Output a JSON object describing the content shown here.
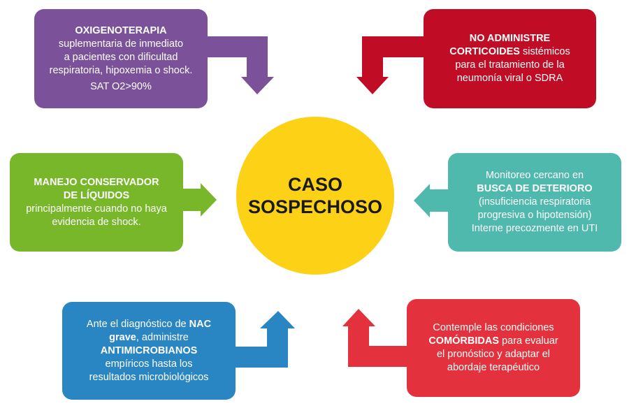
{
  "colors": {
    "purple": "#7b5299",
    "dark_red": "#c00d25",
    "green": "#78b72a",
    "teal": "#4fb9ad",
    "blue": "#2a86c2",
    "red": "#e3313d",
    "yellow": "#fcd116"
  },
  "center": {
    "line1": "CASO",
    "line2": "SOSPECHOSO"
  },
  "oxigenoterapia": {
    "title": "OXIGENOTERAPIA",
    "lines": [
      "suplementaria de inmediato",
      "a pacientes con dificultad",
      "respiratoria, hipoxemia o shock."
    ],
    "sat": "SAT O2>90%"
  },
  "corticoides": {
    "bold1": "NO ADMINISTRE",
    "bold2": "CORTICOIDES",
    "rest2": " sistémicos",
    "lines": [
      "para el tratamiento de la",
      "neumonía viral o SDRA"
    ]
  },
  "liquidos": {
    "bold1": "MANEJO CONSERVADOR",
    "bold2": "DE LÍQUIDOS",
    "lines": [
      "principalmente cuando no haya",
      "evidencia de shock."
    ]
  },
  "monitoreo": {
    "line1": "Monitoreo cercano en",
    "bold": "BUSCA DE DETERIORO",
    "lines": [
      "(insuficiencia respiratoria",
      "progresiva o hipotensión)",
      "Interne precozmente en UTI"
    ]
  },
  "antimicrobianos": {
    "pre1": "Ante el diagnóstico de ",
    "bold1": "NAC",
    "bold2": "grave",
    "rest2": ", administre",
    "bold3": "ANTIMICROBIANOS",
    "lines": [
      "empíricos hasta los",
      "resultados microbiológicos"
    ]
  },
  "comorbidas": {
    "line1": "Contemple las condiciones",
    "bold": "COMÓRBIDAS",
    "rest": " para evaluar",
    "lines": [
      "el pronóstico y adaptar el",
      "abordaje terapéutico"
    ]
  }
}
